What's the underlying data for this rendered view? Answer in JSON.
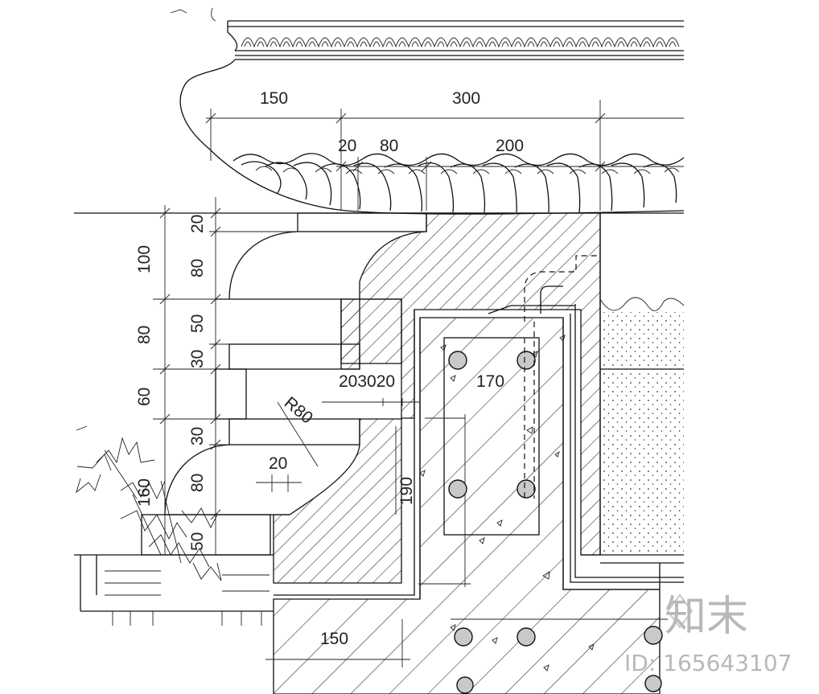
{
  "drawing": {
    "type": "cad-section-detail",
    "dimensions": {
      "top_150": "150",
      "top_300": "300",
      "sub_20": "20",
      "sub_80": "80",
      "sub_200": "200",
      "left_20": "20",
      "left_100": "100",
      "left_80a": "80",
      "left_80": "80",
      "left_50a": "50",
      "left_30a": "30",
      "left_60": "60",
      "left_30b": "30",
      "left_80b": "80",
      "left_160": "160",
      "left_50b": "50",
      "mid_203020": "203020",
      "mid_170": "170",
      "radius": "R80",
      "mid_20": "20",
      "mid_190": "190",
      "bottom_150": "150"
    }
  },
  "watermark": {
    "logo": "知末",
    "id_text": "ID: 165643107"
  }
}
